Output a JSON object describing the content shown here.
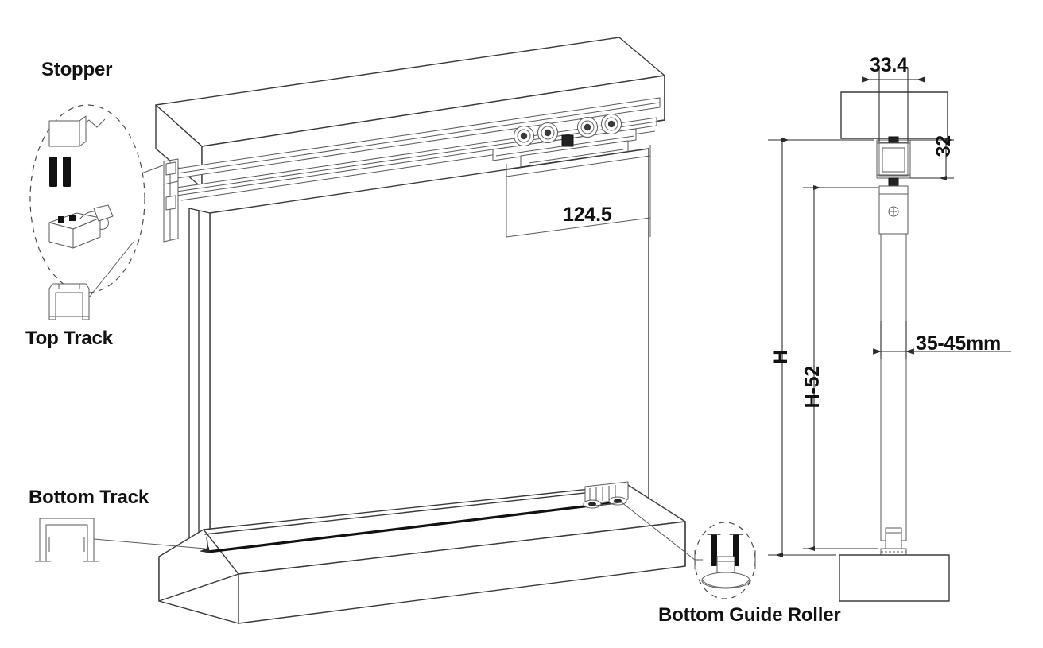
{
  "drawing": {
    "title": "Sliding Door Hardware Assembly",
    "line_color": "#3a3a3a",
    "heavy_line_color": "#111111",
    "fill_color": "#ffffff",
    "background": "#ffffff"
  },
  "labels": {
    "stopper": "Stopper",
    "top_track": "Top Track",
    "bottom_track": "Bottom Track",
    "bottom_guide_roller": "Bottom Guide Roller"
  },
  "dimensions": {
    "carriage_length": "124.5",
    "track_width": "33.4",
    "track_height": "32",
    "panel_thickness": "35-45mm",
    "overall_height": "H",
    "panel_height": "H-52"
  },
  "callouts": [
    {
      "name": "stopper",
      "label": "Stopper",
      "shape": "dashed-ellipse"
    },
    {
      "name": "top-track",
      "label": "Top Track",
      "shape": "section-profile"
    },
    {
      "name": "bottom-track",
      "label": "Bottom Track",
      "shape": "section-profile"
    },
    {
      "name": "bottom-guide-roller",
      "label": "Bottom Guide Roller",
      "shape": "dashed-ellipse"
    }
  ],
  "views": {
    "isometric": {
      "name": "isometric-assembly-view"
    },
    "section": {
      "name": "vertical-section-view"
    }
  },
  "roller_count": 4
}
